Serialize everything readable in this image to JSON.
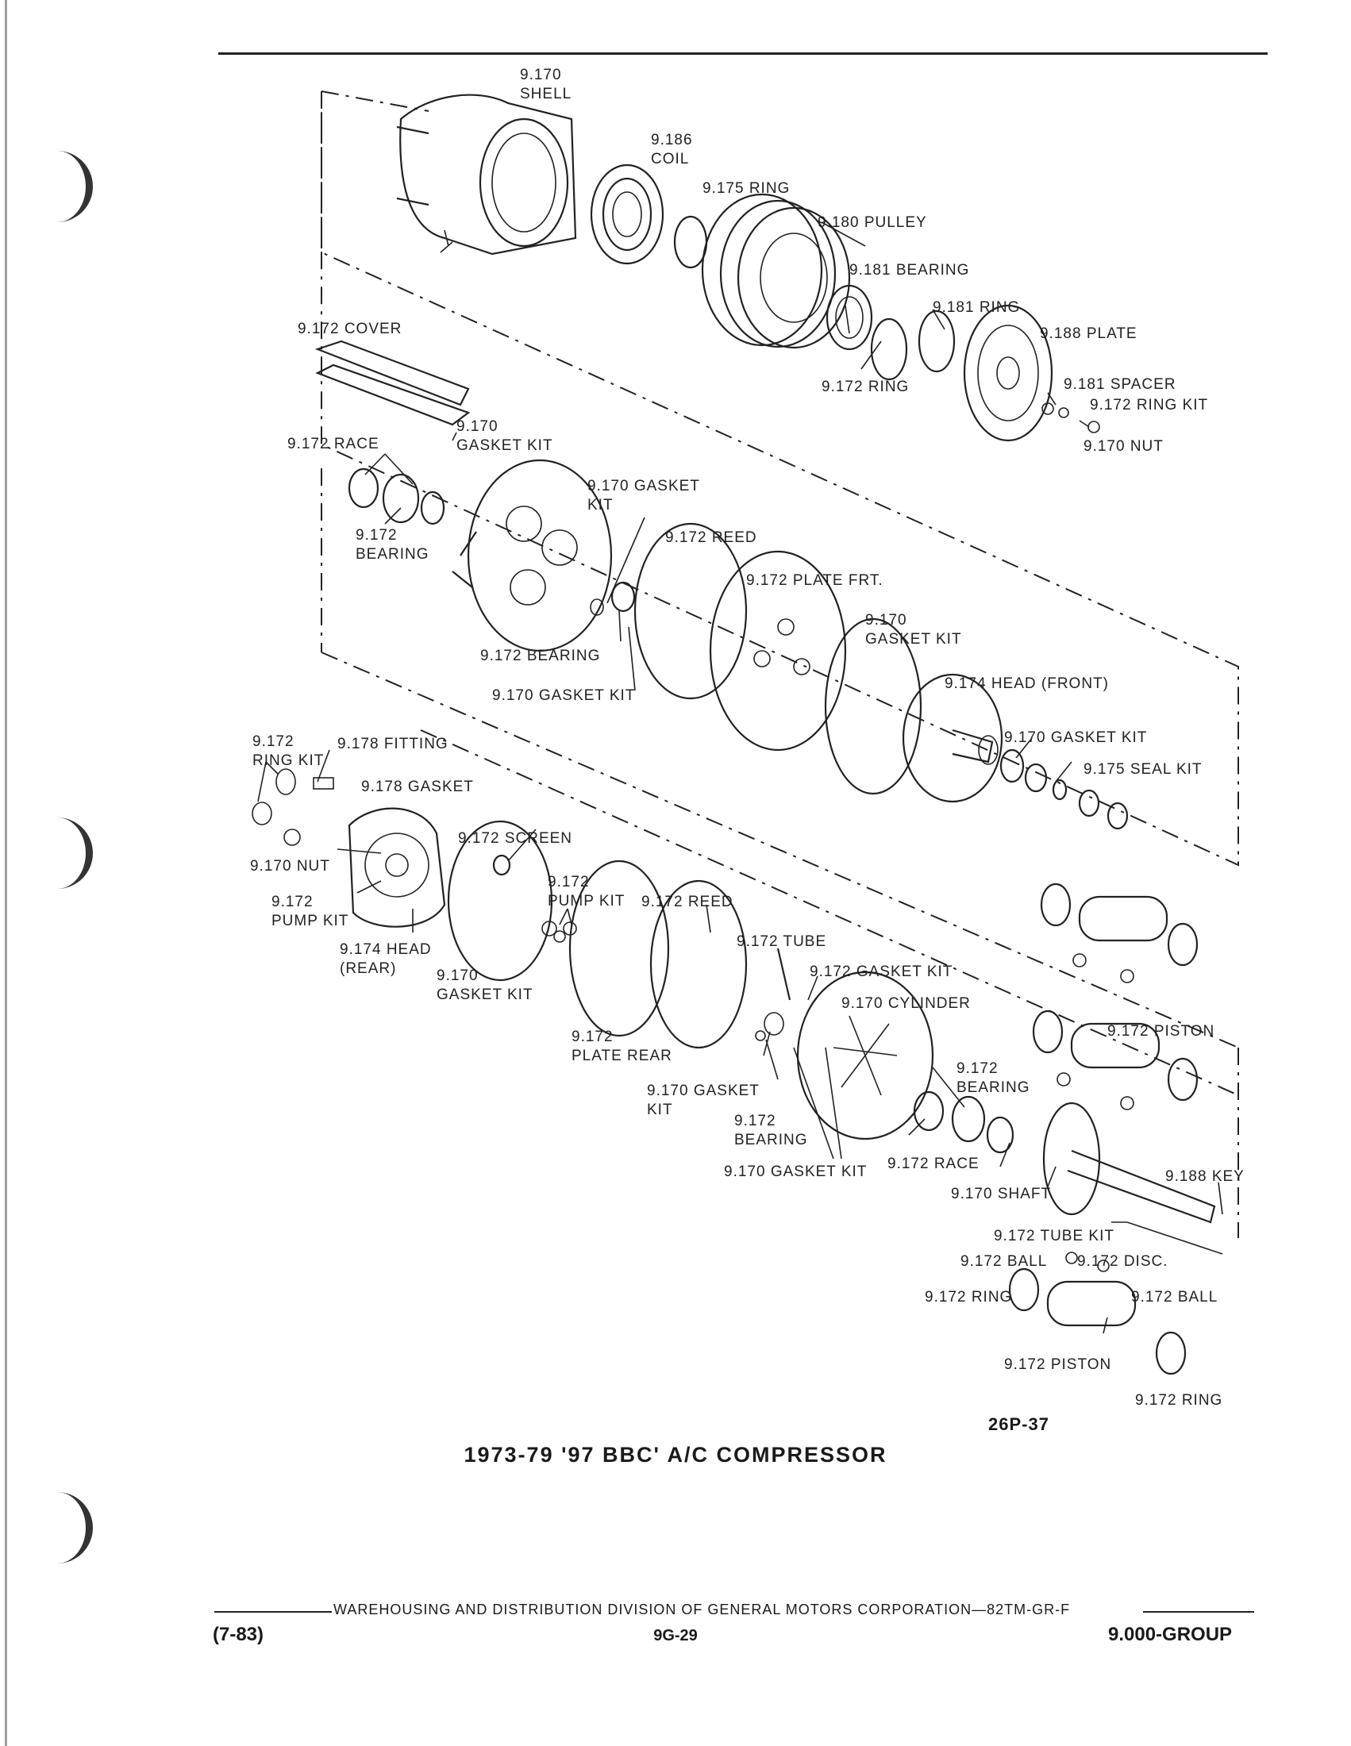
{
  "labels": {
    "shell": "9.170\nSHELL",
    "coil": "9.186\nCOIL",
    "ring_175": "9.175 RING",
    "pulley": "9.180 PULLEY",
    "bearing_181": "9.181 BEARING",
    "ring_181": "9.181 RING",
    "plate_188": "9.188 PLATE",
    "ring_172_top": "9.172 RING",
    "spacer": "9.181 SPACER",
    "ring_kit_172": "9.172 RING KIT",
    "nut_top": "9.170 NUT",
    "cover": "9.172 COVER",
    "gasket_kit_top": "9.170\nGASKET KIT",
    "race_top": "9.172 RACE",
    "bearing_top": "9.172\nBEARING",
    "gasket_kit_a": "9.170 GASKET\nKIT",
    "reed_top": "9.172 REED",
    "plate_frt": "9.172 PLATE FRT.",
    "bearing_mid": "9.172 BEARING",
    "gasket_kit_mid": "9.170\nGASKET KIT",
    "gasket_kit_b": "9.170 GASKET KIT",
    "head_front": "9.174 HEAD (FRONT)",
    "gasket_kit_c": "9.170 GASKET KIT",
    "seal_kit": "9.175 SEAL KIT",
    "ring_kit_left": "9.172\nRING KIT",
    "fitting": "9.178 FITTING",
    "gasket_178": "9.178 GASKET",
    "nut_left": "9.170 NUT",
    "screen": "9.172 SCREEN",
    "pump_kit_left": "9.172\nPUMP KIT",
    "pump_kit_mid": "9.172\nPUMP KIT",
    "reed_low": "9.172 REED",
    "head_rear": "9.174 HEAD\n(REAR)",
    "gasket_kit_d": "9.170\nGASKET KIT",
    "tube": "9.172  TUBE",
    "gasket_kit_172": "9.172 GASKET KIT",
    "cylinder": "9.170 CYLINDER",
    "plate_rear": "9.172\nPLATE REAR",
    "piston_a": "9.172 PISTON",
    "gasket_kit_e": "9.170 GASKET\nKIT",
    "bearing_low_a": "9.172\nBEARING",
    "bearing_low_b": "9.172\nBEARING",
    "race_low": "9.172 RACE",
    "gasket_kit_f": "9.170 GASKET KIT",
    "shaft": "9.170 SHAFT",
    "key": "9.188 KEY",
    "tube_kit": "9.172 TUBE KIT",
    "ball_a": "9.172 BALL",
    "disc": "9.172 DISC.",
    "ball_b": "9.172 BALL",
    "ring_low_a": "9.172 RING",
    "piston_b": "9.172 PISTON",
    "ring_low_b": "9.172 RING"
  },
  "figure": {
    "number": "26P-37",
    "title": "1973-79 '97 BBC' A/C COMPRESSOR"
  },
  "footer": {
    "division": "WAREHOUSING AND DISTRIBUTION  DIVISION OF GENERAL MOTORS CORPORATION—82TM-GR-F",
    "date": "(7-83)",
    "page": "9G-29",
    "group": "9.000-GROUP"
  }
}
